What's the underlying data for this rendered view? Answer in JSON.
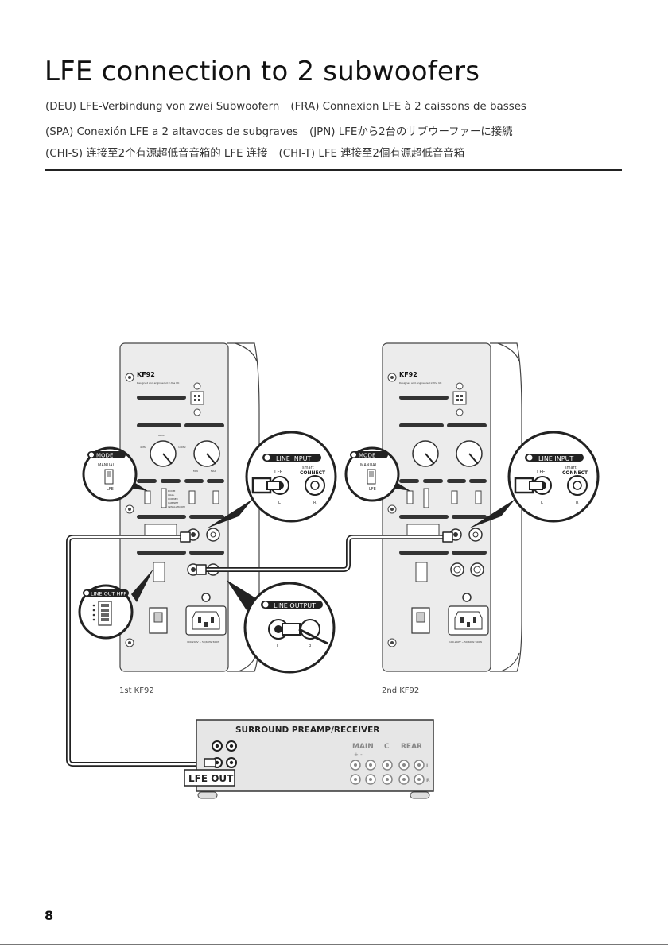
{
  "heading": {
    "title": "LFE connection to 2 subwoofers",
    "line1_a": "(DEU) LFE-Verbindung von zwei Subwoofern",
    "line1_b": "(FRA) Connexion LFE à 2 caissons de basses",
    "line2_a": "(SPA) Conexión LFE a 2 altavoces de subgraves",
    "line2_b": "(JPN) LFEから2台のサブウーファーに接続",
    "line3_a": "(CHI-S) 连接至2个有源超低音音箱的 LFE 连接",
    "line3_b": "(CHI-T) LFE 連接至2個有源超低音音箱"
  },
  "diagram": {
    "model": "KF92",
    "tagline": "Designed and engineered in the UK",
    "mode_label": "MODE",
    "manual_label": "MANUAL",
    "lfe_label": "LFE",
    "line_input_label": "LINE INPUT",
    "lfe_input_label": "LFE",
    "smart_label": "smart",
    "connect_label": "CONNECT",
    "l_label": "L",
    "r_label": "R",
    "line_output_label": "LINE OUTPUT",
    "line_out_hpf_label": "LINE OUT HPF",
    "placement_options": [
      "ROOM",
      "WALL",
      "CORNER",
      "CABINET",
      "INWALL/ROOM"
    ],
    "power_rating": "100-240V ~ 50/60Hz 500W",
    "freq_labels": [
      "40Hz",
      "80Hz",
      "140Hz"
    ],
    "vol_labels": [
      "MIN",
      "MAX"
    ],
    "caption_first": "1st KF92",
    "caption_second": "2nd KF92",
    "receiver_title": "SURROUND PREAMP/RECEIVER",
    "main_label": "MAIN",
    "plus_minus": "+ -",
    "c_label": "C",
    "rear_label": "REAR",
    "lfe_out_label": "LFE OUT"
  },
  "page_number": "8"
}
